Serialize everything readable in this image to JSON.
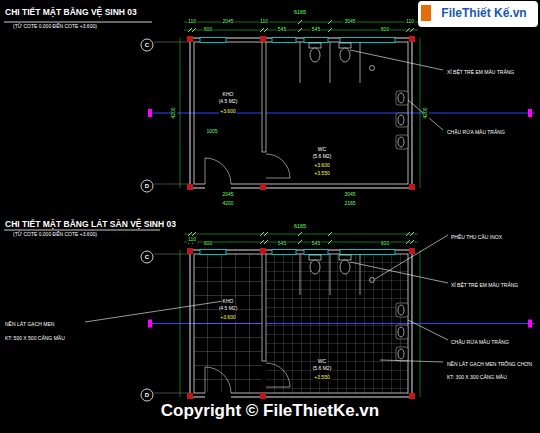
{
  "diagram": {
    "title": "CHI TIẾT MẶT BẰNG VỆ SINH 03",
    "labels": [
      "CHI TIẾT MẶT BẰNG LÁT SÀN VỆ SINH 03",
      "(TỪ COTE 0.000 ĐẾN COTE +3.600)",
      "(TỪ COTE 0.000 ĐẾN COTE +3.600)",
      "6165",
      "110",
      "2045",
      "110",
      "3045",
      "110",
      "600",
      "545",
      "545",
      "600",
      "4200",
      "4200",
      "2045",
      "3045",
      "4200",
      "2165",
      "KHO",
      "(4.5 M2)",
      "+3.600",
      "1005",
      "WC",
      "(5.6 M2)",
      "+3.600",
      "+3.550",
      "XÍ BỆT TRẺ EM MÀU TRẮNG",
      "CHẬU RỬA MÀU TRẮNG",
      "6165",
      "110",
      "600",
      "545",
      "545",
      "600",
      "KHO",
      "(4.5 M2)",
      "+3.600",
      "WC",
      "(5.6 M2)",
      "+3.550",
      "PHỄU THU CẦU INOX",
      "XÍ BỆT TRẺ EM MÀU TRẮNG",
      "CHẬU RỬA MÀU TRẮNG",
      "NỀN LÁT GẠCH MEN TRỐNG CHƠN",
      "KT: 300 X 300 CÁNG MẦU",
      "NỀN LÁT GẠCH MEN",
      "KT: 500 X 500 CÁNG MẦU",
      "C",
      "D",
      "C",
      "D",
      "Copyright © FileThietKe.vn",
      "FileThiết Kế.vn"
    ]
  }
}
